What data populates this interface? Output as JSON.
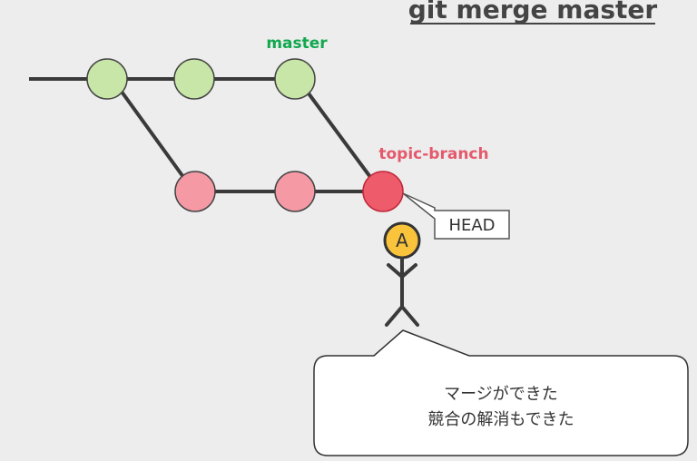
{
  "title": "git merge master",
  "branches": {
    "master_label": "master",
    "topic_label": "topic-branch"
  },
  "head_label": "HEAD",
  "user_avatar_letter": "A",
  "speech": {
    "line1": "マージができた",
    "line2": "競合の解消もできた"
  },
  "colors": {
    "master_commit": "#c8e6a8",
    "topic_commit": "#f59aa5",
    "head_commit": "#ee5b6a",
    "master_label": "#11a84f",
    "topic_label": "#e45a6c",
    "avatar_fill": "#f9c43c",
    "line": "#3a3a3a"
  }
}
